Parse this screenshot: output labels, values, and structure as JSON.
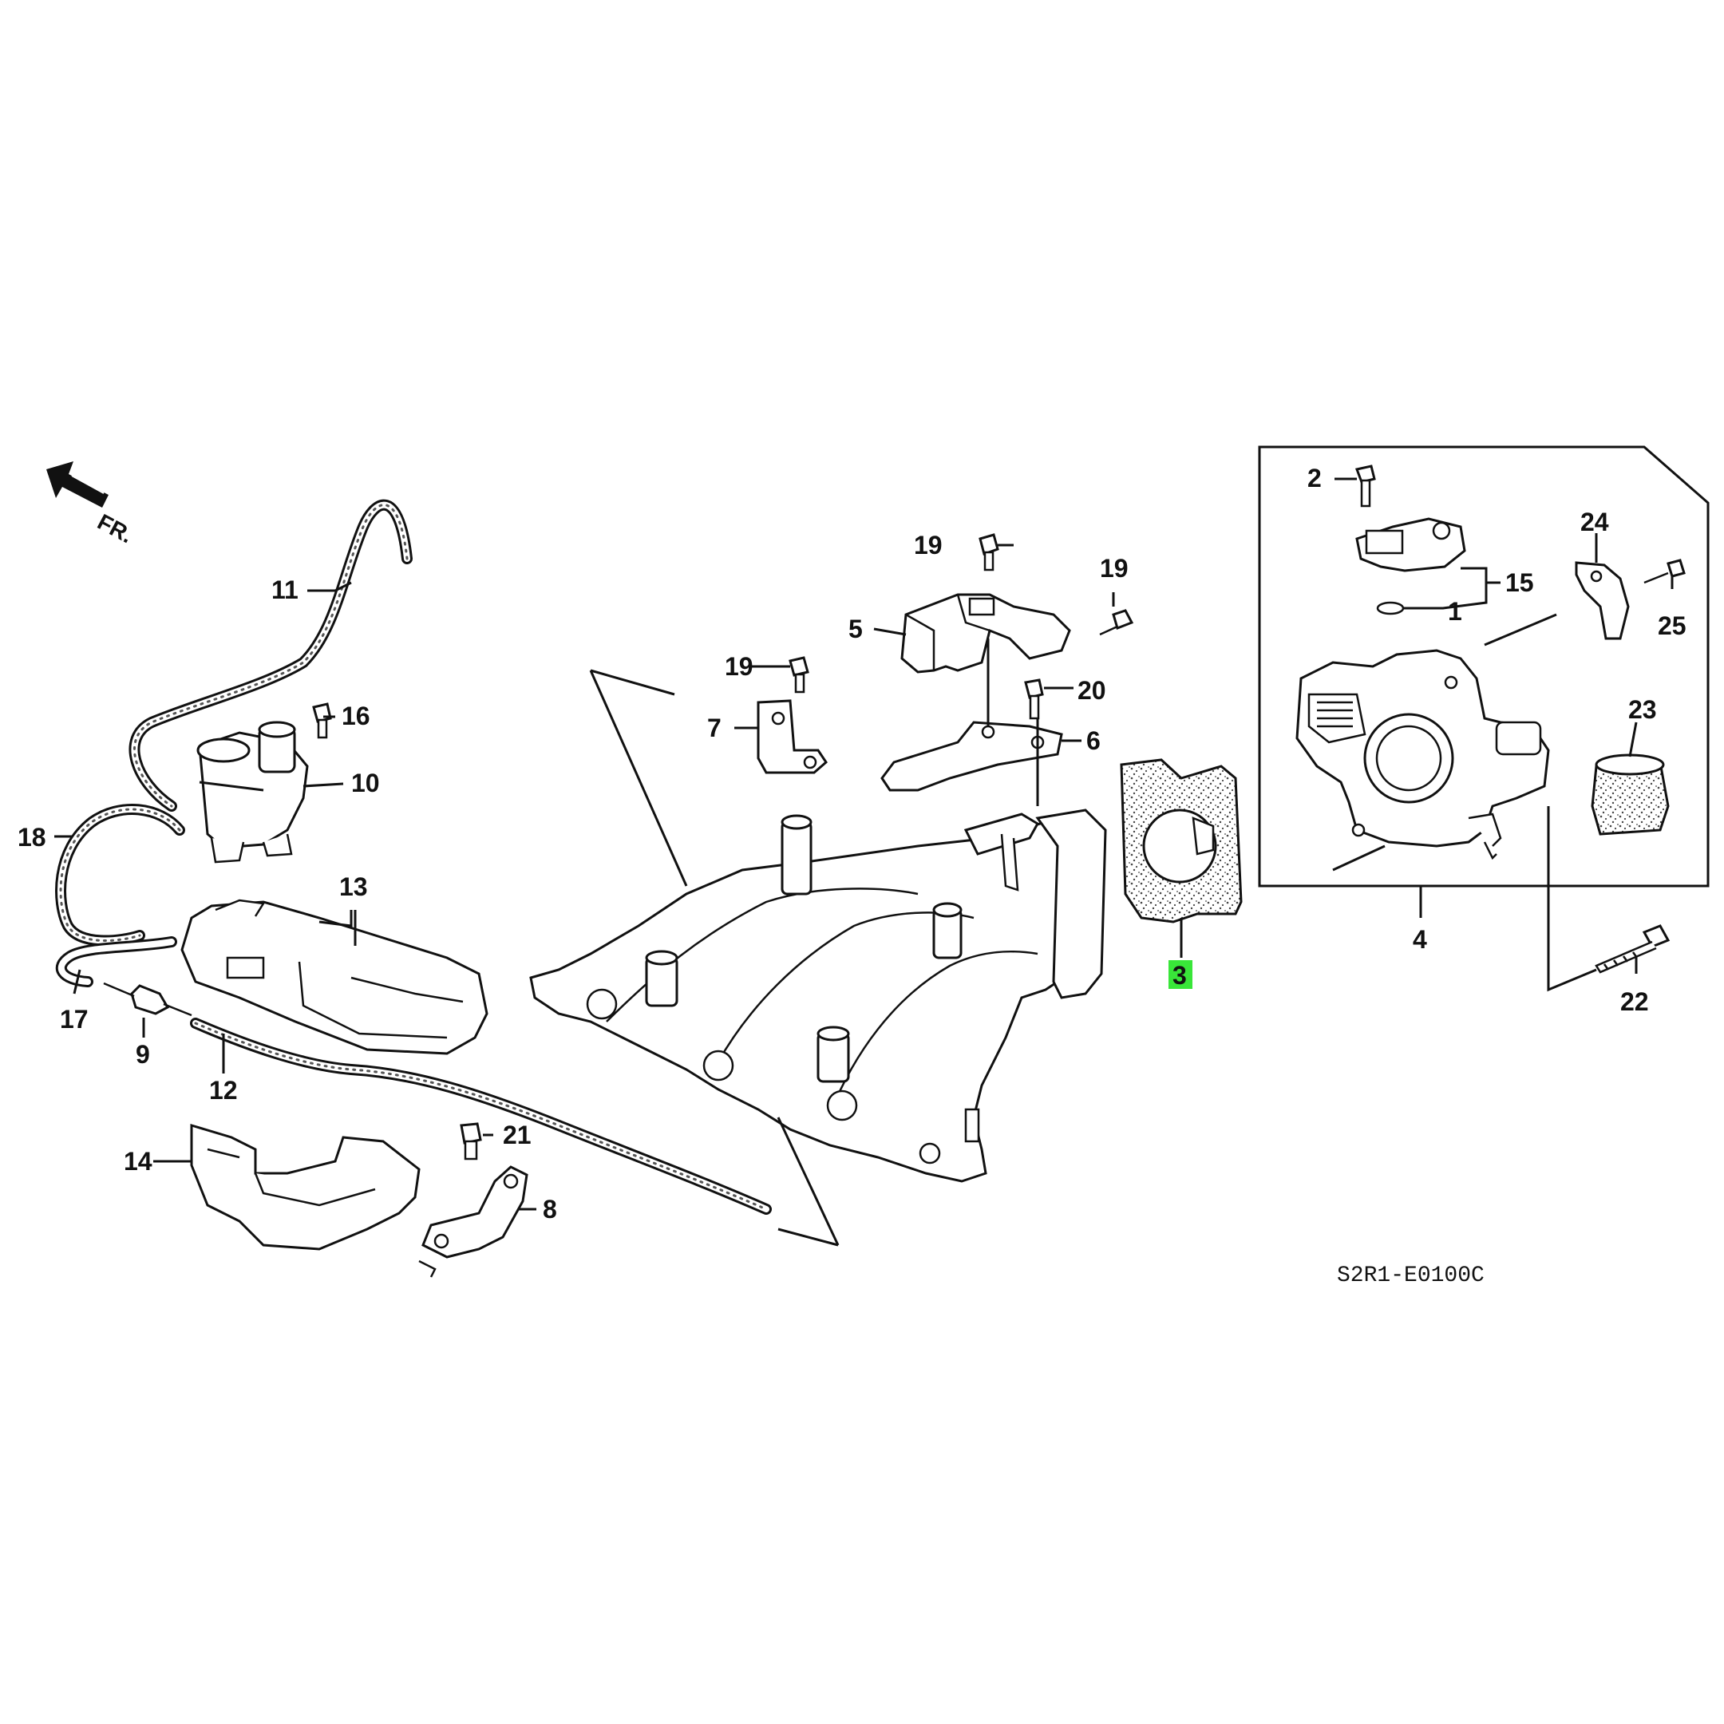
{
  "direction_marker": {
    "label": "FR.",
    "icon": "front-arrow-icon"
  },
  "diagram_code": "S2R1-E0100C",
  "highlight_color": "#39e639",
  "highlighted_part": "3",
  "parts": {
    "p1": "1",
    "p2": "2",
    "p3": "3",
    "p4": "4",
    "p5": "5",
    "p6": "6",
    "p7": "7",
    "p8": "8",
    "p9": "9",
    "p10": "10",
    "p11": "11",
    "p12": "12",
    "p13": "13",
    "p14": "14",
    "p15": "15",
    "p16": "16",
    "p17": "17",
    "p18": "18",
    "p19a": "19",
    "p19b": "19",
    "p19c": "19",
    "p20": "20",
    "p21": "21",
    "p22": "22",
    "p23": "23",
    "p24": "24",
    "p25": "25"
  }
}
